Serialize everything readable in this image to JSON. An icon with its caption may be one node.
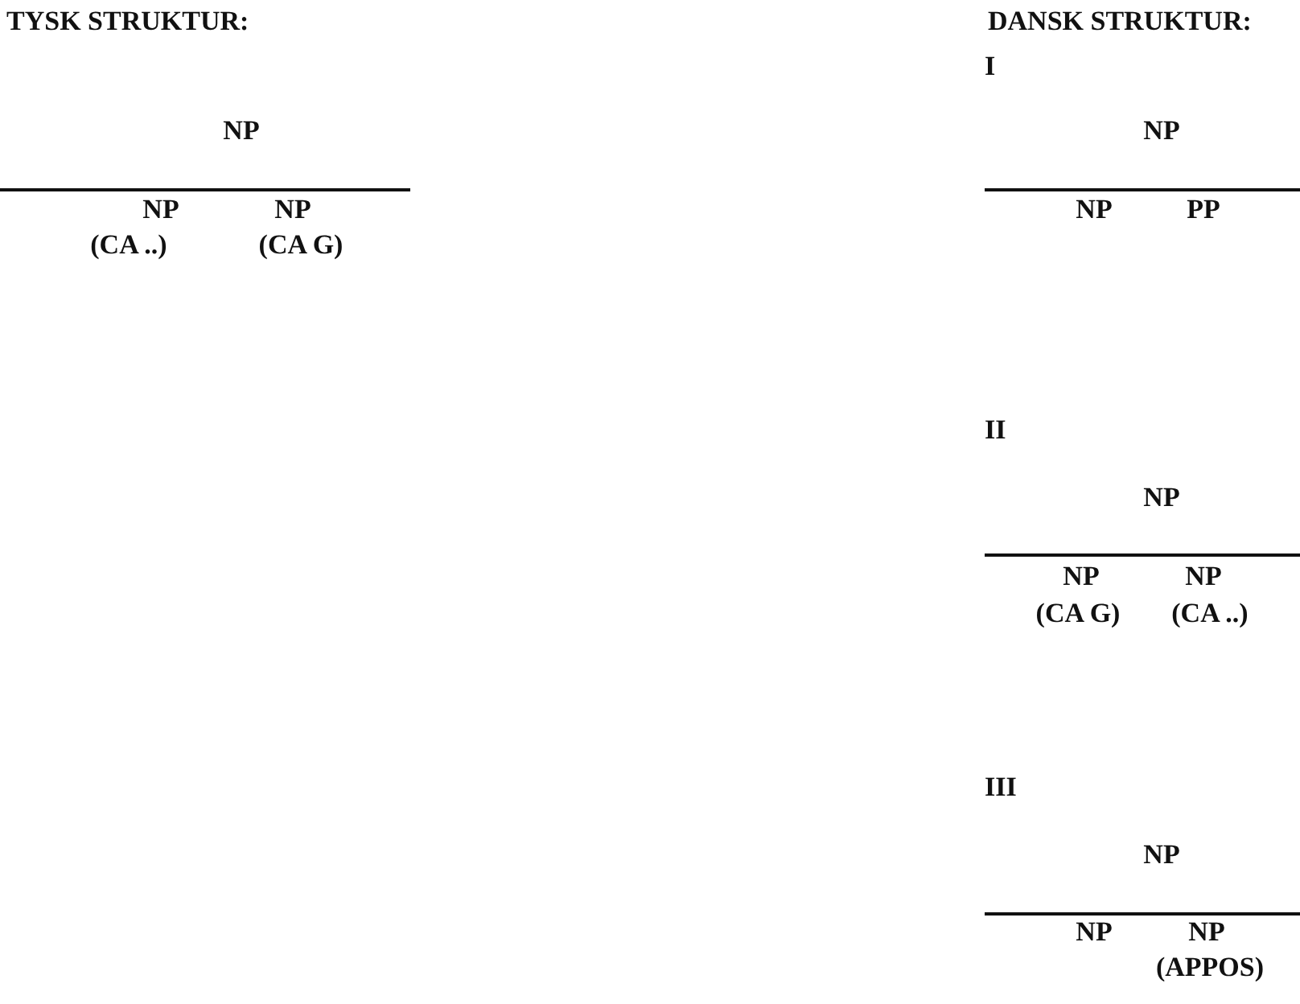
{
  "diagram": {
    "labels": [
      "TYSK STRUKTUR:",
      "NP",
      "NP",
      "NP",
      "(CA ..)",
      "(CA G)",
      "DANSK STRUKTUR:",
      "I",
      "NP",
      "NP",
      "PP",
      "II",
      "NP",
      "NP",
      "NP",
      "(CA G)",
      "(CA ..)",
      "III",
      "NP",
      "NP",
      "NP",
      "(APPOS)"
    ]
  }
}
